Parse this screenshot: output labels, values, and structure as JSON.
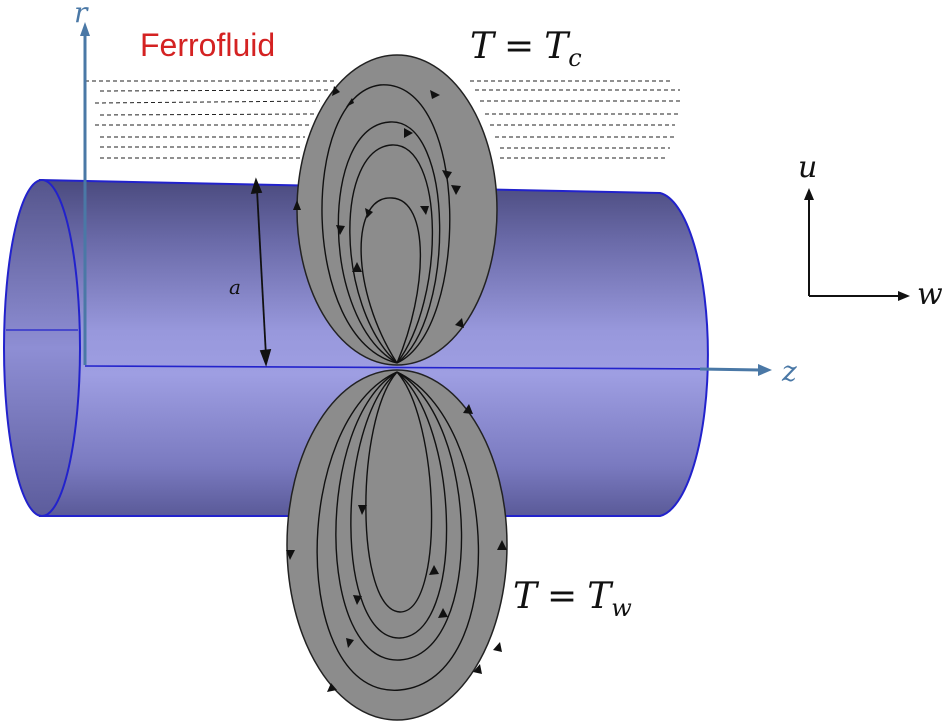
{
  "labels": {
    "fluid": "Ferrofluid",
    "r_axis": "r",
    "z_axis": "z",
    "u_axis": "u",
    "w_axis": "w",
    "radius": "a",
    "top_T": "T",
    "top_eq": "=",
    "top_Tsub": "c",
    "bottom_T": "T",
    "bottom_eq": "=",
    "bottom_Tsub": "w"
  },
  "colors": {
    "fluid_label": "#d42222",
    "axis": "#4a78a6",
    "cylinder_edge": "#2222cc",
    "cylinder_fill": "#8a8ad0",
    "cell_fill": "#8c8c8c",
    "streamline": "#111111"
  },
  "icons": {
    "arrowhead": "streamline-arrow-icon"
  }
}
